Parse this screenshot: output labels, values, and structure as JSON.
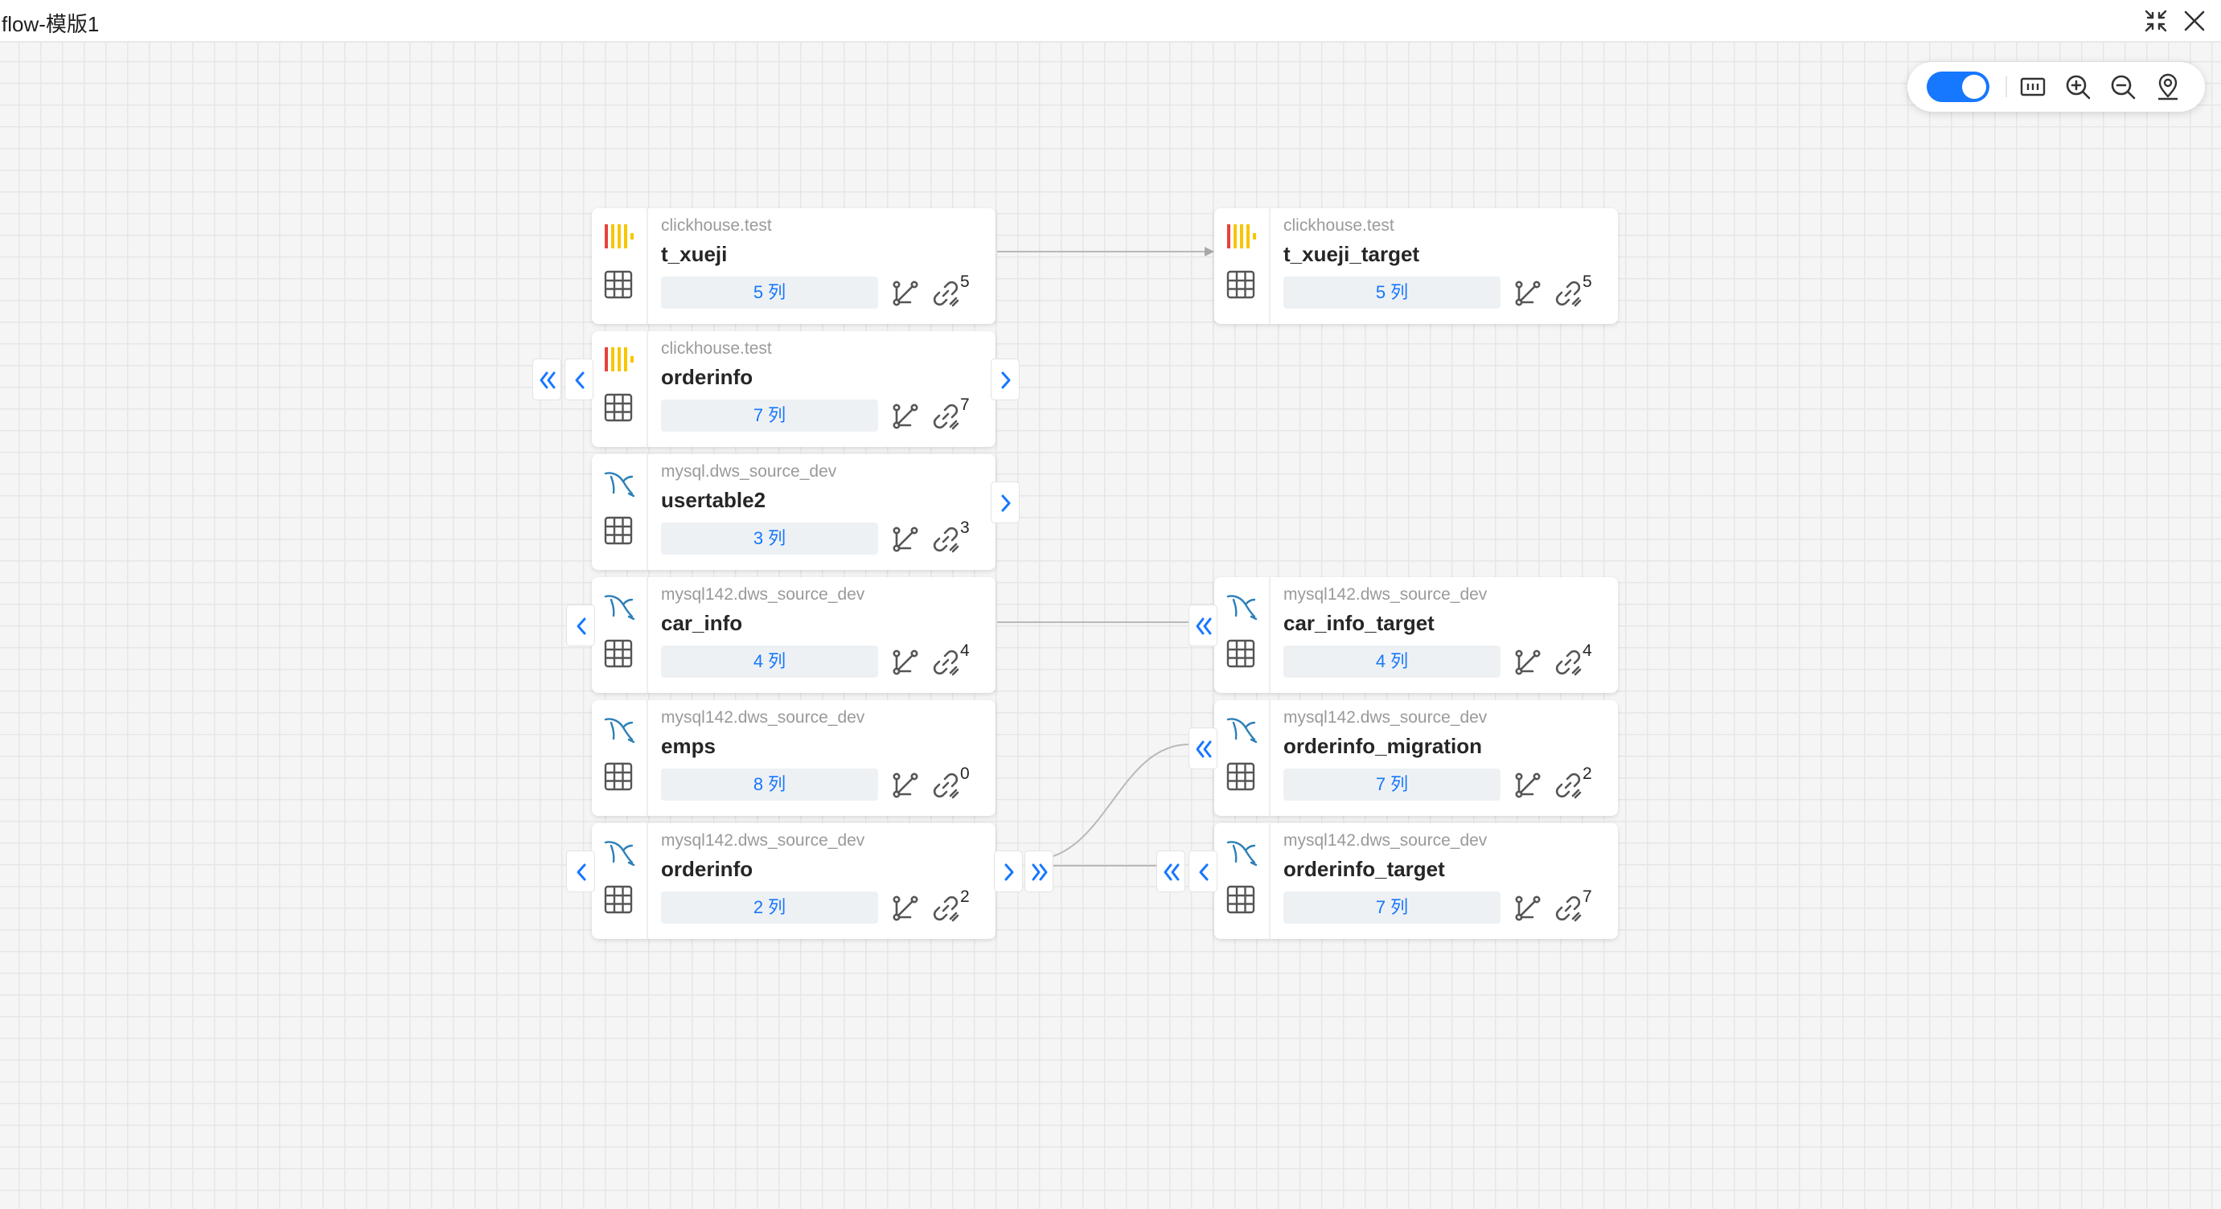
{
  "window": {
    "title": "flow-模版1"
  },
  "icons": {
    "shrink": "shrink-icon",
    "close": "close-icon",
    "fit": "fit-view-icon",
    "zoom_in": "zoom-in-icon",
    "zoom_out": "zoom-out-icon",
    "locate": "locate-icon",
    "clickhouse": "clickhouse-logo-icon",
    "mysql": "mysql-dolphin-icon",
    "table": "table-grid-icon",
    "lineage": "lineage-branch-icon",
    "link": "link-icon",
    "expand_left": "chevron-left-icon",
    "expand_left_all": "double-chevron-left-icon",
    "expand_right": "chevron-right-icon",
    "expand_right_all": "double-chevron-right-icon"
  },
  "toolbar": {
    "toggle_on": true
  },
  "colors": {
    "accent": "#1677ff",
    "clickhouse_yellow": "#f7c600",
    "clickhouse_red": "#e8423b",
    "mysql_blue": "#2c7fb8",
    "edge": "#b9b9b9"
  },
  "nodes": [
    {
      "id": "n1",
      "schema": "clickhouse.test",
      "name": "t_xueji",
      "columns": "5 列",
      "links": "5",
      "type": "clickhouse"
    },
    {
      "id": "n2",
      "schema": "clickhouse.test",
      "name": "orderinfo",
      "columns": "7 列",
      "links": "7",
      "type": "clickhouse"
    },
    {
      "id": "n3",
      "schema": "mysql.dws_source_dev",
      "name": "usertable2",
      "columns": "3 列",
      "links": "3",
      "type": "mysql"
    },
    {
      "id": "n4",
      "schema": "mysql142.dws_source_dev",
      "name": "car_info",
      "columns": "4 列",
      "links": "4",
      "type": "mysql"
    },
    {
      "id": "n5",
      "schema": "mysql142.dws_source_dev",
      "name": "emps",
      "columns": "8 列",
      "links": "0",
      "type": "mysql"
    },
    {
      "id": "n6",
      "schema": "mysql142.dws_source_dev",
      "name": "orderinfo",
      "columns": "2 列",
      "links": "2",
      "type": "mysql"
    },
    {
      "id": "n7",
      "schema": "clickhouse.test",
      "name": "t_xueji_target",
      "columns": "5 列",
      "links": "5",
      "type": "clickhouse"
    },
    {
      "id": "n8",
      "schema": "mysql142.dws_source_dev",
      "name": "car_info_target",
      "columns": "4 列",
      "links": "4",
      "type": "mysql"
    },
    {
      "id": "n9",
      "schema": "mysql142.dws_source_dev",
      "name": "orderinfo_migration",
      "columns": "7 列",
      "links": "2",
      "type": "mysql"
    },
    {
      "id": "n10",
      "schema": "mysql142.dws_source_dev",
      "name": "orderinfo_target",
      "columns": "7 列",
      "links": "7",
      "type": "mysql"
    }
  ],
  "edges": [
    {
      "from": "t_xueji",
      "to": "t_xueji_target"
    },
    {
      "from": "car_info",
      "to": "car_info_target"
    },
    {
      "from": "orderinfo",
      "to": "orderinfo_migration"
    },
    {
      "from": "orderinfo",
      "to": "orderinfo_target"
    }
  ]
}
